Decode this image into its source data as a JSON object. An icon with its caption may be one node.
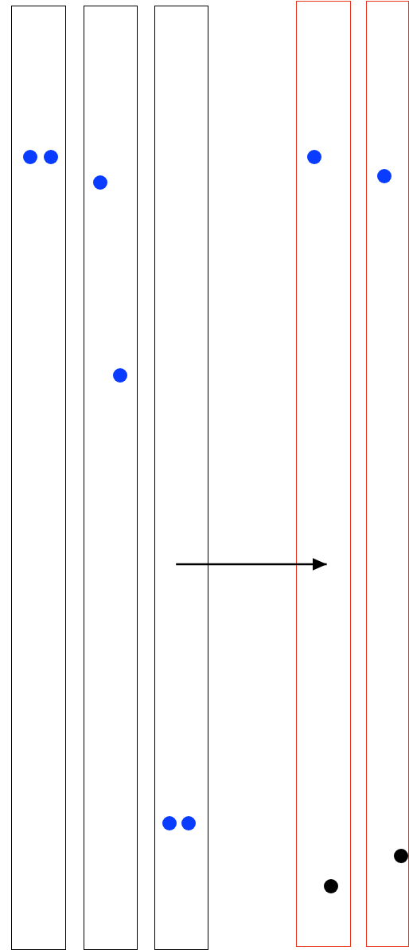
{
  "diagram": {
    "nodes": [
      {
        "text": [],
        "shape": "bar"
      },
      {
        "text": [],
        "shape": "bar"
      },
      {
        "text": [],
        "shape": "bar"
      },
      {
        "text": [],
        "shape": "bar"
      },
      {
        "text": [],
        "shape": "bar"
      }
    ],
    "edges": [
      {
        "from": 2,
        "to": 3,
        "arrow": "to"
      }
    ]
  }
}
